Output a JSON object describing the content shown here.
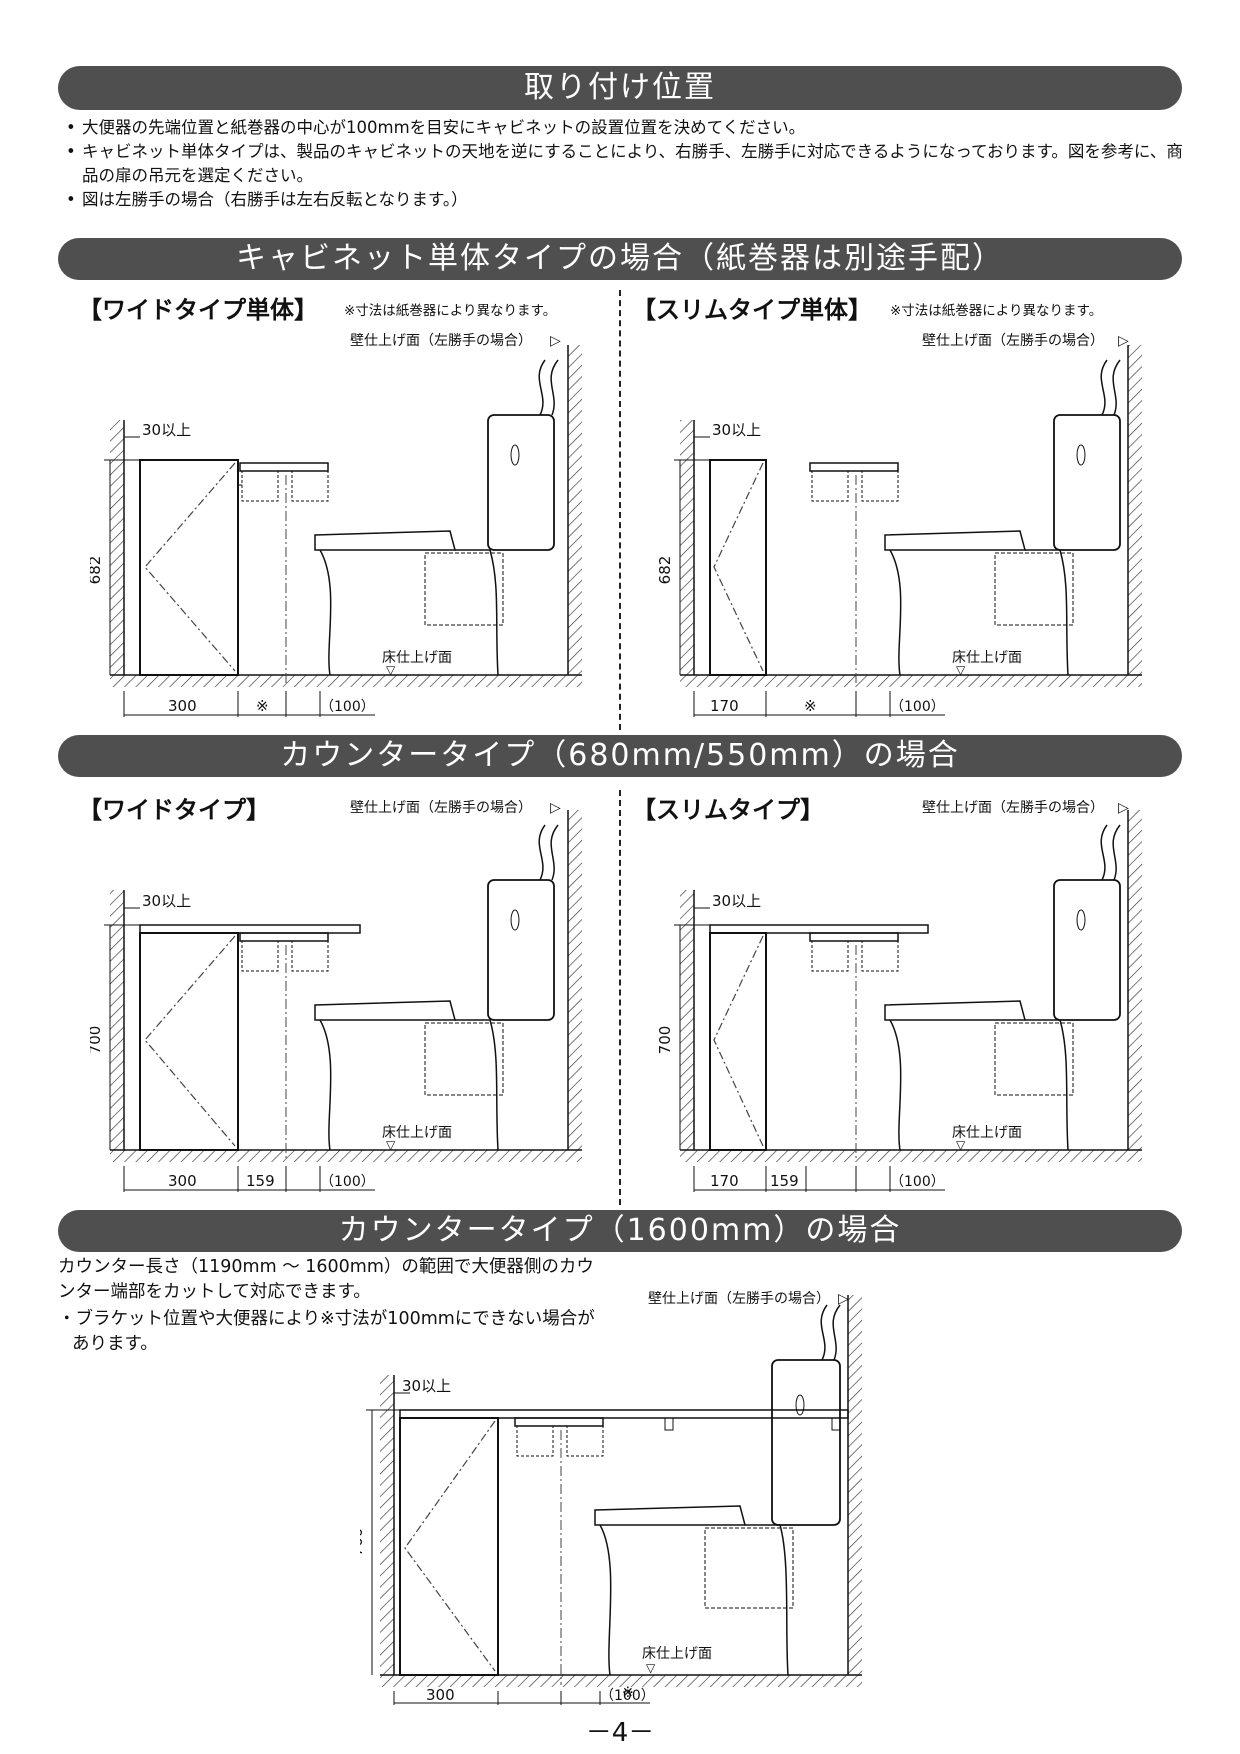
{
  "header": {
    "title": "取り付け位置"
  },
  "intro": [
    "大便器の先端位置と紙巻器の中心が100mmを目安にキャビネットの設置位置を決めてください。",
    "キャビネット単体タイプは、製品のキャビネットの天地を逆にすることにより、右勝手、左勝手に対応できるようになっております。図を参考に、商品の扉の吊元を選定ください。",
    "図は左勝手の場合（右勝手は左右反転となります。）"
  ],
  "section1": {
    "title": "キャビネット単体タイプの場合（紙巻器は別途手配）",
    "wide_label": "【ワイドタイプ単体】",
    "slim_label": "【スリムタイプ単体】",
    "note": "※寸法は紙巻器により異なります。"
  },
  "section2": {
    "title": "カウンタータイプ（680mm/550mm）の場合",
    "wide_label": "【ワイドタイプ】",
    "slim_label": "【スリムタイプ】"
  },
  "section3": {
    "title": "カウンタータイプ（1600mm）の場合",
    "desc": "カウンター長さ（1190mm ～ 1600mm）の範囲で大便器側のカウンター端部をカットして対応できます。",
    "bullet": "・ブラケット位置や大便器により※寸法が100mmにできない場合があります。"
  },
  "diagram_text": {
    "wall": "壁仕上げ面（左勝手の場合）",
    "floor": "床仕上げ面",
    "clearance": "30以上",
    "h682": "682",
    "h700": "700",
    "w300": "300",
    "w170": "170",
    "w159": "159",
    "asterisk": "※",
    "d100": "（100）"
  },
  "footer": {
    "page": "－4－"
  }
}
